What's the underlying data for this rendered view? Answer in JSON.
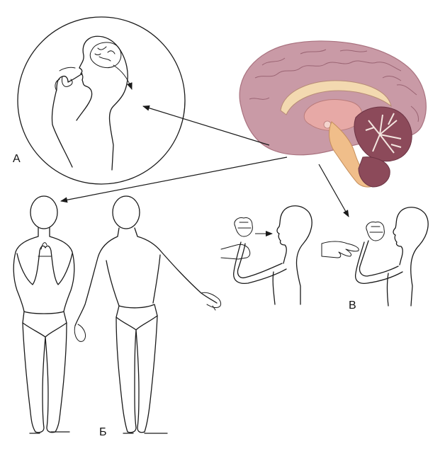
{
  "labels": {
    "a": "А",
    "b": "Б",
    "c": "В"
  },
  "colors": {
    "cortex": "#c99aa6",
    "cortex_dark": "#a9727f",
    "corpus_callosum": "#f3d9b0",
    "thalamus": "#e7a9a6",
    "brainstem": "#f0be8a",
    "cerebellum": "#8c4a5a",
    "cerebellum_white": "#f4e6e0",
    "line": "#1a1a1a"
  }
}
